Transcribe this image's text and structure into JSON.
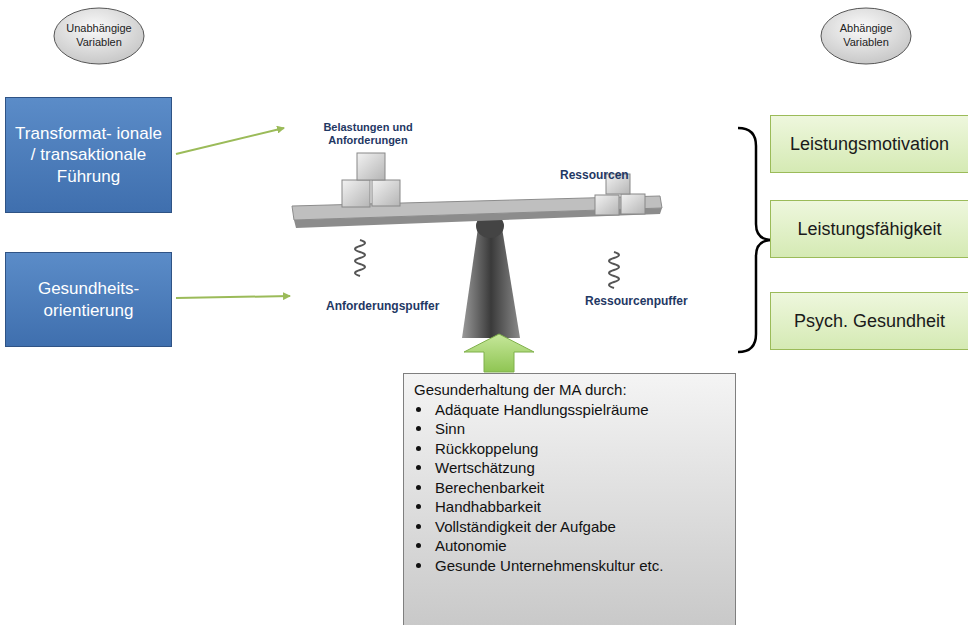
{
  "diagram": {
    "nodes": [
      {
        "text": [
          "Unabhängige Variablen"
        ]
      },
      {
        "text": [
          "Abhängige Variablen"
        ]
      },
      {
        "text": [
          "Transformat- ionale / transaktionale Führung"
        ]
      },
      {
        "text": [
          "Gesundheits- orientierung"
        ]
      },
      {
        "text": [
          "Leistungsmotivation"
        ]
      },
      {
        "text": [
          "Leistungsfähigkeit"
        ]
      },
      {
        "text": [
          "Psych. Gesundheit"
        ]
      },
      {
        "text": [
          "Gesunderhaltung der MA durch:",
          "Adäquate Handlungsspielräume",
          "Sinn",
          "Rückkoppelung",
          "Wertschätzung",
          "Berechenbarkeit",
          "Handhabbarkeit",
          "Vollständigkeit der Aufgabe",
          "Autonomie",
          "Gesunde Unternehmenskultur etc."
        ]
      }
    ],
    "labels": [
      "Belastungen und Anforderungen",
      "Ressourcen",
      "Anforderungspuffer",
      "Ressourcenpuffer"
    ]
  }
}
